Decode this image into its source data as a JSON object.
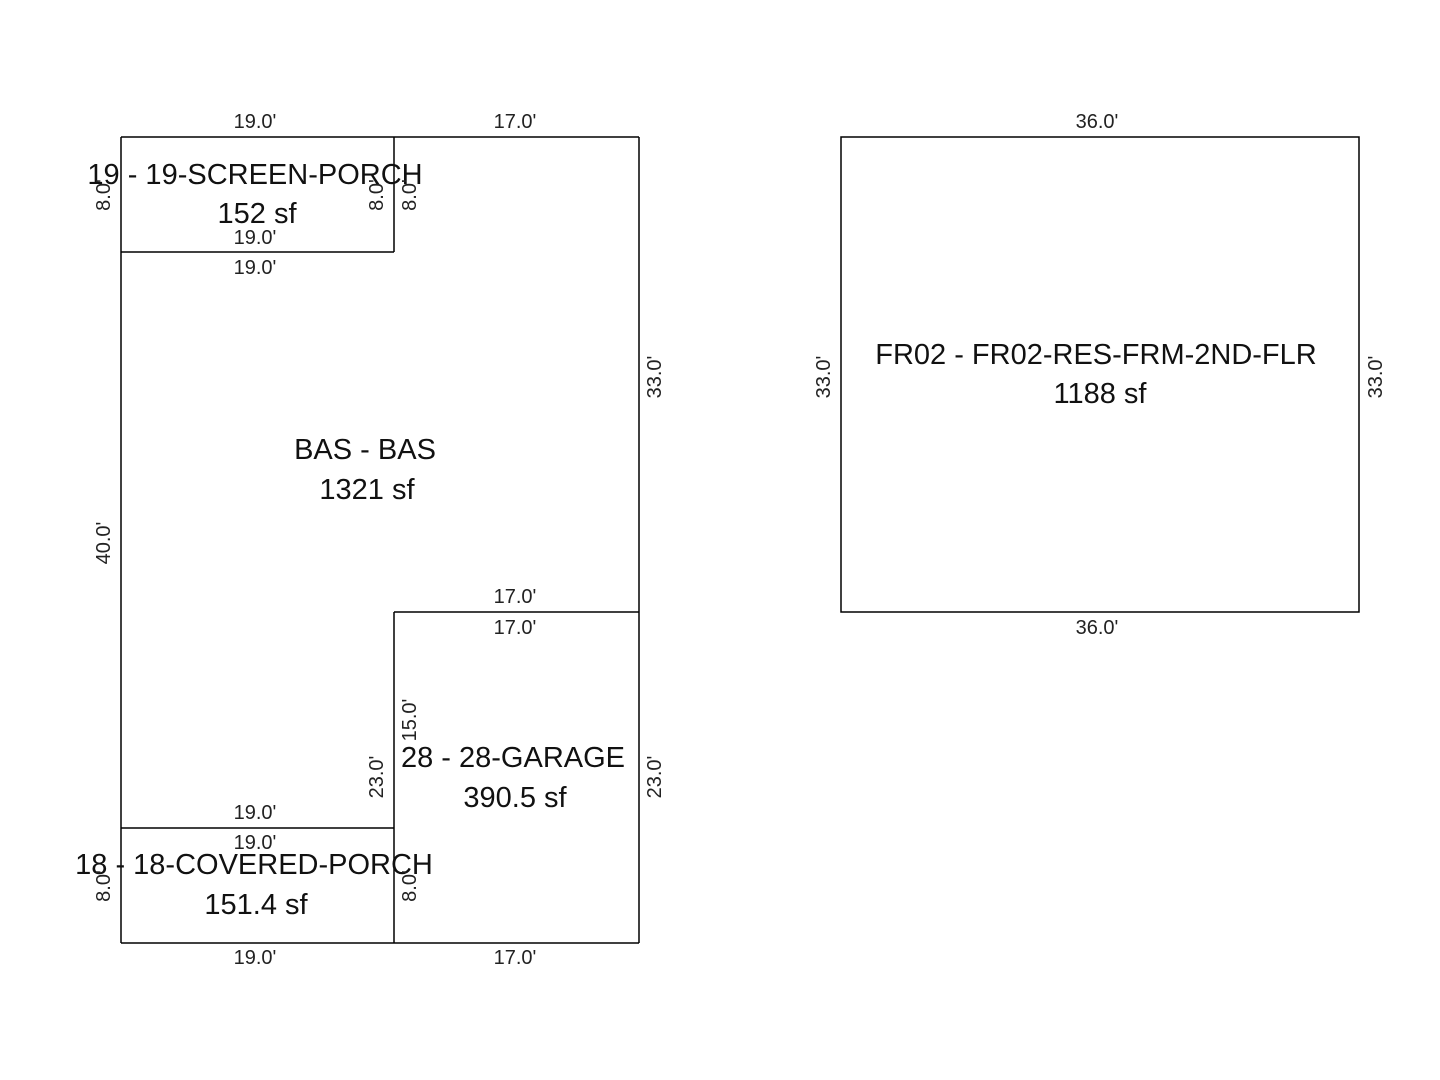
{
  "areas": {
    "screen_porch": {
      "label": "19 - 19-SCREEN-PORCH",
      "size": "152 sf",
      "dims": {
        "top": "19.0'",
        "bottom": "19.0'",
        "left": "8.0'",
        "right": "8.0'"
      }
    },
    "bas": {
      "label": "BAS - BAS",
      "size": "1321 sf",
      "dims": {
        "top": "17.0'",
        "below_porch": "19.0'",
        "right": "33.0'",
        "left": "40.0'",
        "above_garage": "17.0'",
        "step_right": "8.0'"
      }
    },
    "garage": {
      "label": "28 - 28-GARAGE",
      "size": "390.5 sf",
      "dims": {
        "top": "17.0'",
        "bottom": "17.0'",
        "left": "23.0'",
        "right": "23.0'",
        "inner_left": "15.0'"
      }
    },
    "covered_porch": {
      "label": "18 - 18-COVERED-PORCH",
      "size": "151.4 sf",
      "dims": {
        "top": "19.0'",
        "bottom": "19.0'",
        "left": "8.0'",
        "right": "8.0'",
        "above": "19.0'"
      }
    },
    "second_floor": {
      "label": "FR02 - FR02-RES-FRM-2ND-FLR",
      "size": "1188 sf",
      "dims": {
        "top": "36.0'",
        "bottom": "36.0'",
        "left": "33.0'",
        "right": "33.0'"
      }
    }
  }
}
